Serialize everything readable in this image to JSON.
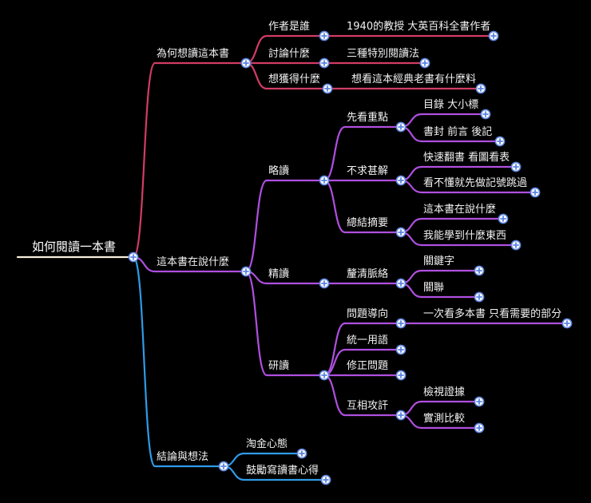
{
  "colors": {
    "background": "#000000",
    "root_line": "#f6efdc",
    "branch_why": "#d23c66",
    "branch_what": "#b04fe0",
    "branch_conclusion": "#2f9be8",
    "expand_button_fill": "#ffffff",
    "expand_button_ring": "#5a83e0"
  },
  "icons": {
    "expand": "plus-circle-icon"
  },
  "root": {
    "label": "如何閱讀一本書"
  },
  "branches": [
    {
      "label": "為何想讀這本書",
      "children": [
        {
          "label": "作者是誰",
          "children": [
            {
              "label": "1940的教授 大英百科全書作者"
            }
          ]
        },
        {
          "label": "討論什麼",
          "children": [
            {
              "label": "三種特別閱讀法"
            }
          ]
        },
        {
          "label": "想獲得什麼",
          "children": [
            {
              "label": "想看這本經典老書有什麼料"
            }
          ]
        }
      ]
    },
    {
      "label": "這本書在說什麼",
      "children": [
        {
          "label": "略讀",
          "children": [
            {
              "label": "先看重點",
              "children": [
                {
                  "label": "目錄 大小標"
                },
                {
                  "label": "書封 前言 後記"
                }
              ]
            },
            {
              "label": "不求甚解",
              "children": [
                {
                  "label": "快速翻書 看圖看表"
                },
                {
                  "label": "看不懂就先做記號跳過"
                }
              ]
            },
            {
              "label": "總結摘要",
              "children": [
                {
                  "label": "這本書在說什麼"
                },
                {
                  "label": "我能學到什麼東西"
                }
              ]
            }
          ]
        },
        {
          "label": "精讀",
          "children": [
            {
              "label": "釐清脈絡",
              "children": [
                {
                  "label": "關鍵字"
                },
                {
                  "label": "關聯"
                }
              ]
            }
          ]
        },
        {
          "label": "研讀",
          "children": [
            {
              "label": "問題導向",
              "children": [
                {
                  "label": "一次看多本書 只看需要的部分"
                }
              ]
            },
            {
              "label": "統一用語"
            },
            {
              "label": "修正問題"
            },
            {
              "label": "互相攻訐",
              "children": [
                {
                  "label": "檢視證據"
                },
                {
                  "label": "實測比較"
                }
              ]
            }
          ]
        }
      ]
    },
    {
      "label": "結論與想法",
      "children": [
        {
          "label": "淘金心態"
        },
        {
          "label": "鼓勵寫讀書心得"
        }
      ]
    }
  ]
}
